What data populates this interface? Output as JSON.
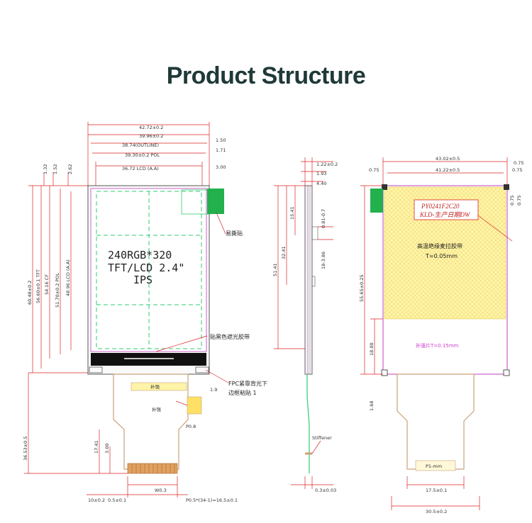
{
  "title": "Product Structure",
  "colors": {
    "title": "#1f3a38",
    "dim": "#d22222",
    "fpc": "#c9a27a",
    "tape": "#fff4a8",
    "sticker": "#22b14c",
    "frame": "#c040c0",
    "guide": "#2ecc71"
  },
  "front": {
    "screen_line1": "240RGB*320",
    "screen_line2": "TFT/LCD 2.4\"",
    "screen_line3": "IPS",
    "label_sticker": "易撕贴",
    "label_black_tape": "贴黑色遮光胶带",
    "label_fpc_note1": "FPC紧靠背光下",
    "label_fpc_note2": "边框粘贴 1",
    "label_stiffener": "补强",
    "label_pitch": "P0.5*(34-1)=16.5±0.1",
    "top_dims": [
      "42.72±0.2",
      "39.96±0.2",
      "38.74(OUTLINE)",
      "39.30±0.2 POL",
      "36.72 LCD (A.A)"
    ],
    "top_right_dims": [
      "1.50",
      "1.71",
      "3.00"
    ],
    "left_dims": [
      "60.48±0.2",
      "56.60±0.1 TFT",
      "54.16 CF",
      "51.70±0.2 POL",
      "48.96 LCD (A.A)"
    ],
    "left_small_dims": [
      "1.32",
      "1.52",
      "2.62"
    ],
    "bottom_left_dims": [
      "36.53±0.5",
      "17.41",
      "3.00"
    ],
    "bottom_dims": [
      "10±0.2",
      "0.5±0.1",
      "W0.3"
    ],
    "fpc_marker": "P0.8",
    "fpc_right_dim": "1.9"
  },
  "side": {
    "top_dims": [
      "1.22±0.2",
      "1.93",
      "4.40"
    ],
    "left_dims": [
      "15.41",
      "32.41",
      "51.41"
    ],
    "right_dims": [
      "0.81-0.7",
      "18-3.86"
    ],
    "stiffener": "Stiffener",
    "bottom_dim": "0.3±0.03"
  },
  "back": {
    "top_dims": [
      "43.02±0.5",
      "41.22±0.5"
    ],
    "top_side_dims": [
      "0.75",
      "0.75"
    ],
    "right_dims": [
      "0.75",
      "0.75"
    ],
    "label_model": "PY0241F2C20",
    "label_date": "KLD-生产日期DW",
    "tape_text1": "高温绝缘麦拉胶带",
    "tape_text2": "T=0.05mm",
    "fpc_text": "补强片T=0.15mm",
    "left_dims": [
      "55.65±0.25",
      "18.00",
      "1.68"
    ],
    "fpc_bottom": "17.5±0.1",
    "total_bottom": "30.5±0.2",
    "pins_label": "P1-mm"
  }
}
